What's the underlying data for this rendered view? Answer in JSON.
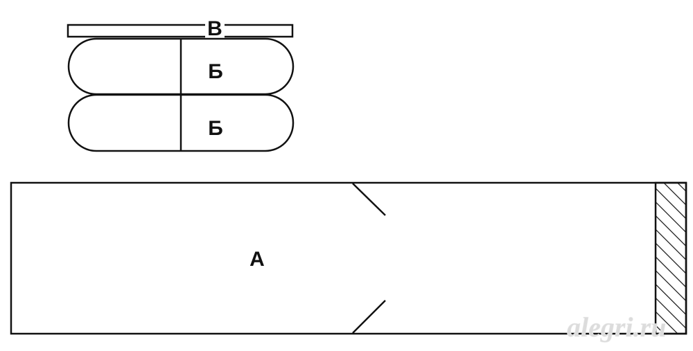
{
  "labels": {
    "v": "В",
    "b_top": "Б",
    "b_bottom": "Б",
    "a": "А"
  },
  "watermark": "alegri.ru",
  "colors": {
    "stroke": "#111111",
    "background": "#ffffff",
    "watermark": "#dcdcdc"
  }
}
